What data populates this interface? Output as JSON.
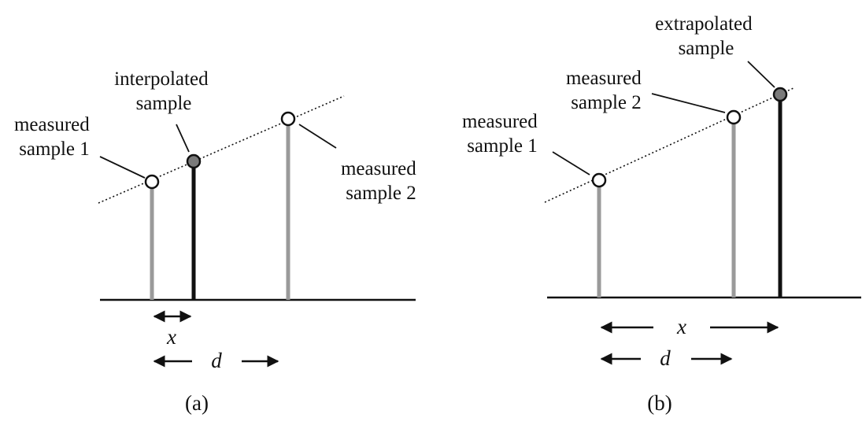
{
  "panel_a": {
    "caption": "(a)",
    "label_measured_1": [
      "measured",
      "sample 1"
    ],
    "label_interp": [
      "interpolated",
      "sample"
    ],
    "label_measured_2": [
      "measured",
      "sample 2"
    ],
    "dim_x": "x",
    "dim_d": "d"
  },
  "panel_b": {
    "caption": "(b)",
    "label_extrap": [
      "extrapolated",
      "sample"
    ],
    "label_measured_2": [
      "measured",
      "sample 2"
    ],
    "label_measured_1": [
      "measured",
      "sample 1"
    ],
    "dim_x": "x",
    "dim_d": "d"
  },
  "colors": {
    "measured_stem": "#9a9a9a",
    "estimated_stem": "#111111",
    "estimated_marker": "#7a7a7a"
  }
}
